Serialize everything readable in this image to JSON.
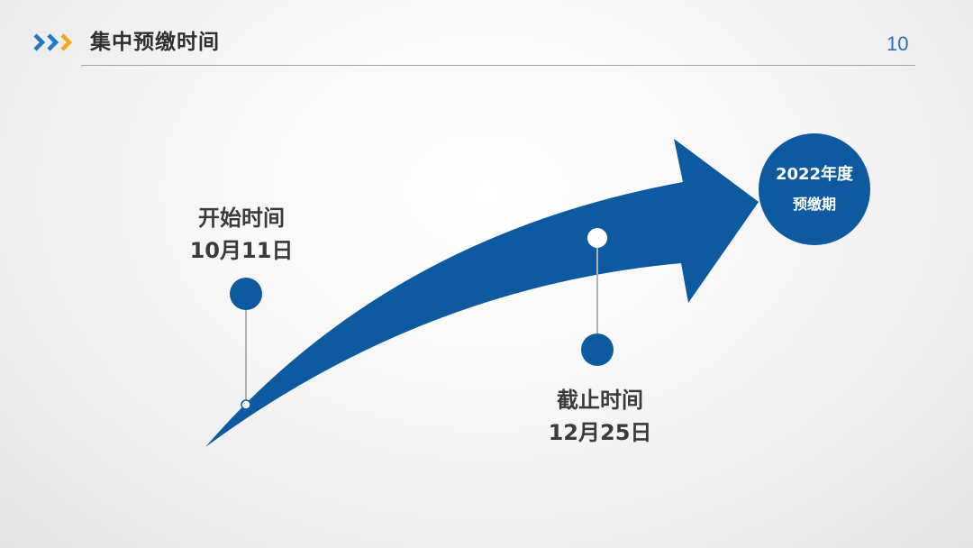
{
  "header": {
    "title": "集中预缴时间",
    "page_number": "10"
  },
  "timeline": {
    "start": {
      "label": "开始时间",
      "date": "10月11日"
    },
    "end": {
      "label": "截止时间",
      "date": "12月25日"
    },
    "target": {
      "year": "2022年度",
      "label": "预缴期"
    }
  },
  "colors": {
    "primary_blue": "#0d5aa0",
    "chevron_blue": "#1f78c8",
    "chevron_orange": "#f5a623",
    "title_text": "#2f2f2f",
    "page_number": "#2e6db4"
  },
  "icons": {
    "header_marker": "triple-chevron-right-icon"
  }
}
